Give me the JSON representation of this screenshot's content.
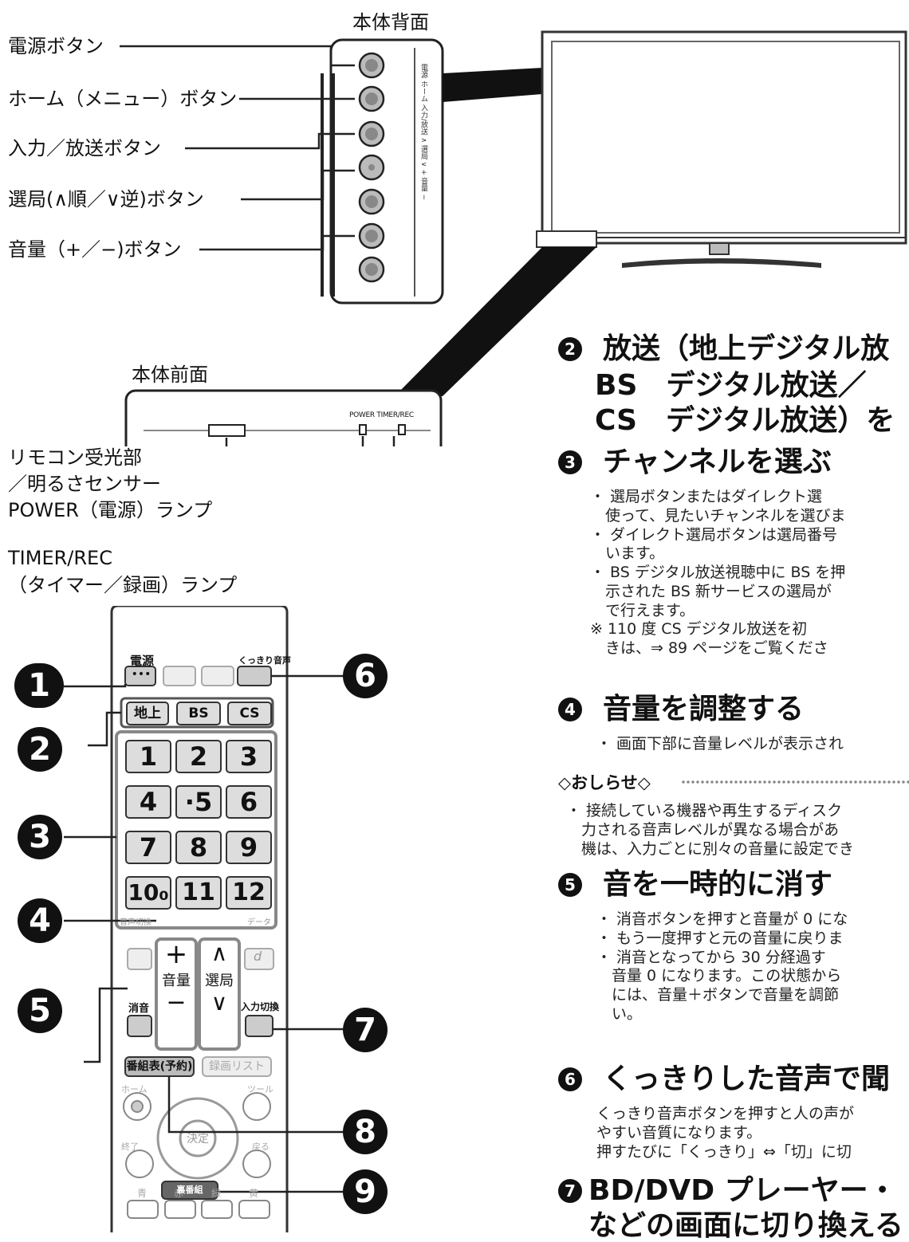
{
  "back": {
    "title": "本体背面",
    "labels": [
      "電源ボタン",
      "ホーム（メニュー）ボタン",
      "入力／放送ボタン",
      "選局(∧順／∨逆)ボタン",
      "音量（+／−)ボタン"
    ],
    "side_text": "電源 ホーム 入力/放送 ∧ 選局 ∨ + 音量 −"
  },
  "front": {
    "title": "本体前面",
    "panel_text": "POWER TIMER/REC",
    "labels": [
      "リモコン受光部",
      "／明るさセンサー",
      "POWER（電源）ランプ",
      "TIMER/REC",
      "（タイマー／録画）ランプ"
    ]
  },
  "remote": {
    "power_label": "電源",
    "kukkiri_label": "くっきり音声",
    "band_keys": [
      "地上",
      "BS",
      "CS"
    ],
    "number_keys": [
      "1",
      "2",
      "3",
      "4",
      "·5",
      "6",
      "7",
      "8",
      "9",
      "10₀",
      "11",
      "12"
    ],
    "vol_plus": "+",
    "vol_label": "音量",
    "vol_minus": "−",
    "ch_up": "∧",
    "ch_label": "選局",
    "ch_down": "∨",
    "mute_label": "消音",
    "input_label": "入力切換",
    "guide_label": "番組表(予約)",
    "rec_list_label": "録画リスト",
    "home_label": "ホーム",
    "tool_label": "ツール",
    "enter_label": "決定",
    "end_label": "終了",
    "back_label": "戻る",
    "color_labels": [
      "青",
      "赤",
      "緑",
      "黄"
    ],
    "ura_label": "裏番組",
    "audio_switch_label": "音声切換",
    "data_label": "データ",
    "d_label": "d",
    "callouts": [
      "1",
      "2",
      "3",
      "4",
      "5",
      "6",
      "7",
      "8",
      "9"
    ]
  },
  "right": {
    "s2_num": "2",
    "s2_lines": [
      "放送（地上デジタル放",
      "BS　デジタル放送／",
      "CS　デジタル放送）を"
    ],
    "s3_num": "3",
    "s3_title": "チャンネルを選ぶ",
    "s3_body": [
      "・ 選局ボタンまたはダイレクト選",
      "　使って、見たいチャンネルを選びま",
      "・ ダイレクト選局ボタンは選局番号",
      "　います。",
      "・ BS デジタル放送視聴中に BS を押",
      "　示された BS 新サービスの選局が",
      "　で行えます。",
      "※ 110 度 CS デジタル放送を初",
      "　きは、⇒ 89 ページをご覧くださ"
    ],
    "s4_num": "4",
    "s4_title": "音量を調整する",
    "s4_body": [
      "・ 画面下部に音量レベルが表示され"
    ],
    "notice_title": "◇おしらせ◇",
    "notice_body": [
      "・ 接続している機器や再生するディスク",
      "　力される音声レベルが異なる場合があ",
      "　機は、入力ごとに別々の音量に設定でき"
    ],
    "s5_num": "5",
    "s5_title": "音を一時的に消す",
    "s5_body": [
      "・ 消音ボタンを押すと音量が 0 にな",
      "・ もう一度押すと元の音量に戻りま",
      "・ 消音となってから 30 分経過す",
      "　音量 0 になります。この状態から",
      "　には、音量＋ボタンで音量を調節",
      "　い。"
    ],
    "s6_num": "6",
    "s6_title": "くっきりした音声で聞",
    "s6_body": [
      "くっきり音声ボタンを押すと人の声が",
      "やすい音質になります。",
      "押すたびに「くっきり」⇔「切」に切"
    ],
    "s7_num": "7",
    "s7_lines": [
      "BD/DVD プレーヤー・",
      "などの画面に切り換える"
    ]
  }
}
